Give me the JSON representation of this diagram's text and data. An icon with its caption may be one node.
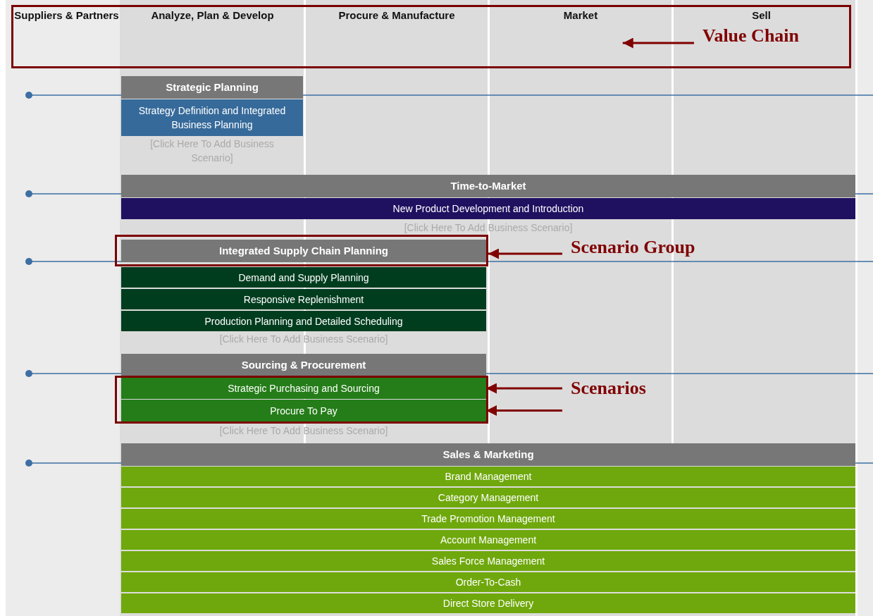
{
  "diagram": {
    "nodes": [
      {
        "text": [],
        "shape": "box"
      },
      {
        "text": [
          "Suppliers & Partners"
        ],
        "in": 0
      },
      {
        "text": [
          "Analyze, Plan & Develop"
        ],
        "in": 0
      },
      {
        "text": [
          "Procure & Manufacture"
        ],
        "in": 0
      },
      {
        "text": [
          "Market"
        ],
        "in": 0
      },
      {
        "text": [
          "Sell"
        ],
        "in": 0
      },
      {
        "text": [
          "Value Chain"
        ],
        "in": 0
      },
      {
        "text": [
          "Strategic Planning"
        ]
      },
      {
        "text": [
          "Strategy Definition and Integrated Business Planning"
        ],
        "in": 7
      },
      {
        "text": [
          "Time-to-Market"
        ]
      },
      {
        "text": [
          "New Product Development and Introduction"
        ],
        "in": 9
      },
      {
        "text": [],
        "shape": "box"
      },
      {
        "text": [
          "Scenario Group"
        ]
      },
      {
        "text": [
          "Integrated Supply Chain Planning"
        ],
        "in": 11
      },
      {
        "text": [
          "Demand and Supply Planning"
        ]
      },
      {
        "text": [
          "Responsive Replenishment"
        ]
      },
      {
        "text": [
          "Production Planning and Detailed Scheduling"
        ]
      },
      {
        "text": [
          "Sourcing & Procurement"
        ]
      },
      {
        "text": [],
        "shape": "box"
      },
      {
        "text": [
          "Strategic Purchasing and Sourcing"
        ],
        "in": 18
      },
      {
        "text": [
          "Procure To Pay"
        ],
        "in": 18
      },
      {
        "text": [
          "Scenarios"
        ]
      },
      {
        "text": [
          "Sales & Marketing"
        ]
      },
      {
        "text": [
          "Brand Management"
        ],
        "in": 22
      },
      {
        "text": [
          "Category Management"
        ],
        "in": 22
      },
      {
        "text": [
          "Trade Promotion Management"
        ],
        "in": 22
      },
      {
        "text": [
          "Account Management"
        ],
        "in": 22
      },
      {
        "text": [
          "Sales Force Management"
        ],
        "in": 22
      },
      {
        "text": [
          "Order-To-Cash"
        ],
        "in": 22
      },
      {
        "text": [
          "Direct Store Delivery"
        ],
        "in": 22
      }
    ],
    "edges": [
      {
        "from": 6,
        "to": 0,
        "arrow": "to"
      },
      {
        "from": 12,
        "to": 11,
        "arrow": "to"
      },
      {
        "from": 21,
        "to": 19,
        "arrow": "to"
      },
      {
        "from": 21,
        "to": 20,
        "arrow": "to"
      }
    ],
    "labels": [
      "[Click Here To Add Business Scenario]",
      "[Click Here To Add Business Scenario]",
      "[Click Here To Add Business Scenario]",
      "[Click Here To Add Business Scenario]"
    ]
  }
}
